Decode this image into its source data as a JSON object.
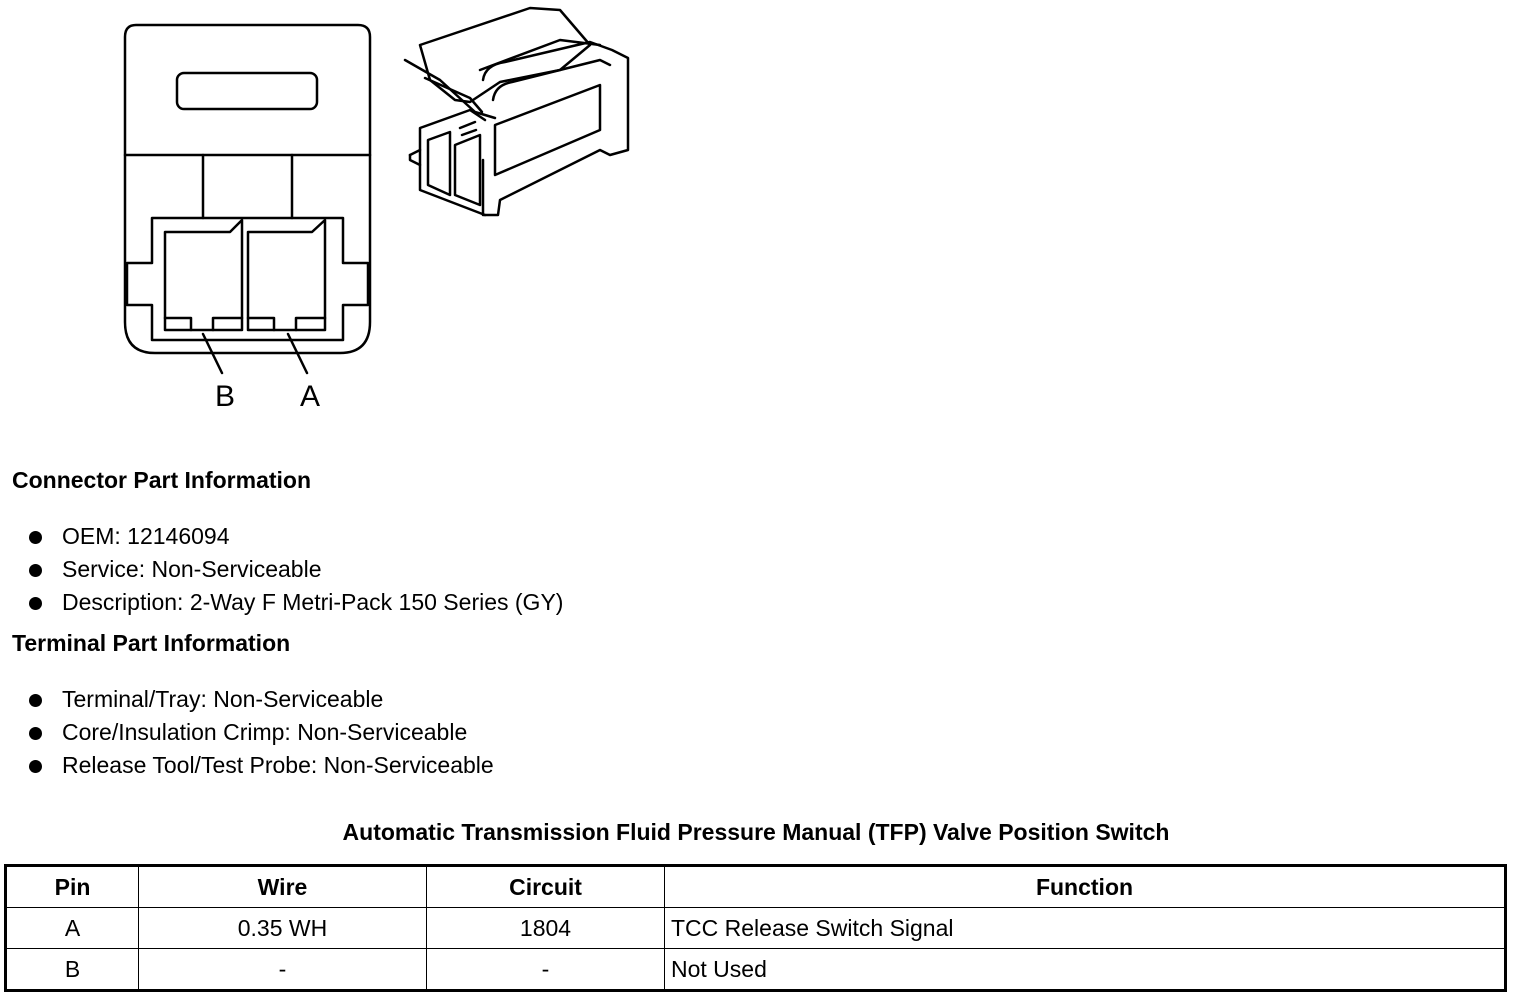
{
  "diagram": {
    "pin_labels": [
      "B",
      "A"
    ]
  },
  "connector_info": {
    "heading": "Connector Part Information",
    "items": [
      "OEM: 12146094",
      "Service: Non-Serviceable",
      "Description: 2-Way F Metri-Pack 150 Series (GY)"
    ]
  },
  "terminal_info": {
    "heading": "Terminal Part Information",
    "items": [
      "Terminal/Tray: Non-Serviceable",
      "Core/Insulation Crimp: Non-Serviceable",
      "Release Tool/Test Probe: Non-Serviceable"
    ]
  },
  "pin_table": {
    "title": "Automatic Transmission Fluid Pressure Manual (TFP) Valve Position Switch",
    "headers": [
      "Pin",
      "Wire",
      "Circuit",
      "Function"
    ],
    "rows": [
      [
        "A",
        "0.35 WH",
        "1804",
        "TCC Release Switch Signal"
      ],
      [
        "B",
        "-",
        "-",
        "Not Used"
      ]
    ]
  }
}
